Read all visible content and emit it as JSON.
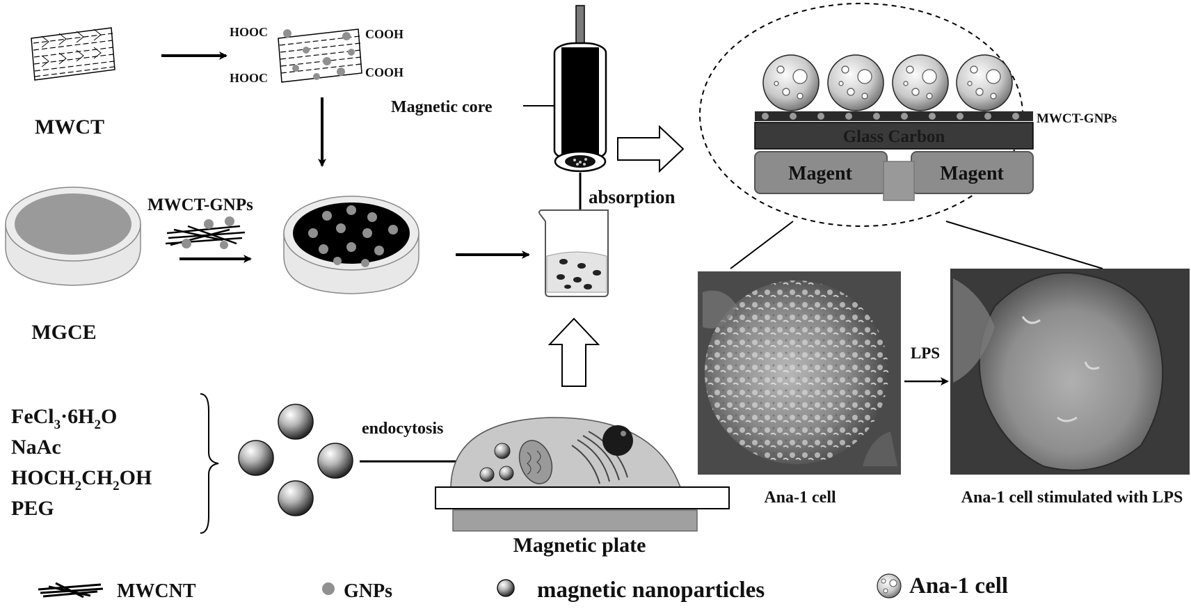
{
  "labels": {
    "mwct": "MWCT",
    "hooc_top": "HOOC",
    "hooc_bottom": "HOOC",
    "cooh_top": "COOH",
    "cooh_bottom": "COOH",
    "magnetic_core": "Magnetic  core",
    "mwct_gnps_mid": "MWCT-GNPs",
    "mgce": "MGCE",
    "absorption": "absorption",
    "mwct_gnps_layer": "MWCT-GNPs",
    "glass_carbon": "Glass Carbon",
    "magent_left": "Magent",
    "magent_right": "Magent",
    "lps": "LPS",
    "ana1_cell": "Ana-1 cell",
    "ana1_lps": "Ana-1 cell stimulated with LPS",
    "endocytosis": "endocytosis",
    "magnetic_plate": "Magnetic plate"
  },
  "reagents": {
    "fecl3": {
      "main": "FeCl",
      "sub1": "3",
      "mid": "·6H",
      "sub2": "2",
      "end": "O"
    },
    "naac": "NaAc",
    "hoch": {
      "main": "HOCH",
      "sub1": "2",
      "mid": "CH",
      "sub2": "2",
      "end": "OH"
    },
    "peg": "PEG"
  },
  "legend": {
    "mwcnt": "MWCNT",
    "gnps": "GNPs",
    "magnetic_nanoparticles": "magnetic nanoparticles",
    "ana1_cell": "Ana-1 cell"
  },
  "colors": {
    "gnp_gray": "#909090",
    "glass_carbon": "#3a3a3a",
    "magnet_gray": "#8c8c8c",
    "dish_outer": "#e6e6e6",
    "dish_inner_gray": "#9a9a9a",
    "cell_body": "#c8c8c8"
  }
}
